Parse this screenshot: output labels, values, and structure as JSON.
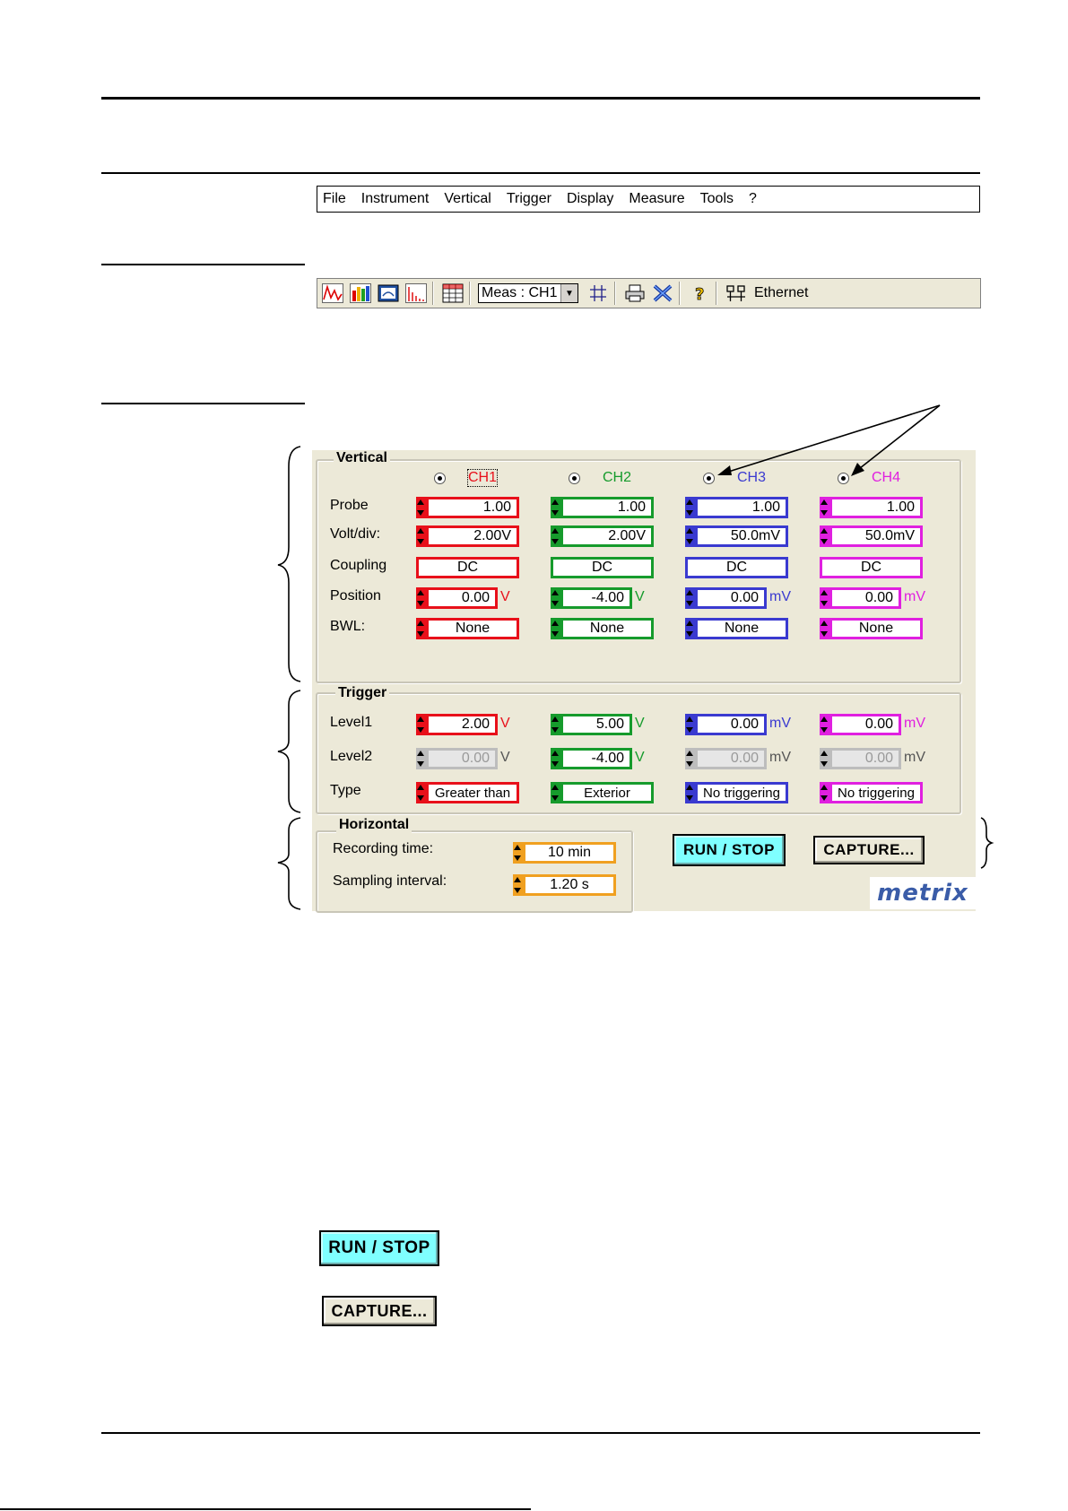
{
  "menu": [
    "File",
    "Instrument",
    "Vertical",
    "Trigger",
    "Display",
    "Measure",
    "Tools",
    "?"
  ],
  "toolbar": {
    "icons": [
      "waveform-icon",
      "color-chart-icon",
      "screen-icon",
      "histogram-icon",
      "grid-table-icon"
    ],
    "meas_select": "Meas : CH1",
    "icons2": [
      "graticule-icon",
      "print-icon",
      "tools-icon",
      "help-icon",
      "network-icon"
    ],
    "connection": "Ethernet"
  },
  "vertical": {
    "title": "Vertical",
    "row_labels": [
      "Probe",
      "Volt/div:",
      "Coupling",
      "Position",
      "BWL:"
    ],
    "channels": [
      {
        "name": "CH1",
        "color": "#e8101a",
        "probe": "1.00",
        "volt_div": "2.00V",
        "coupling": "DC",
        "position": "0.00",
        "position_unit": "V",
        "bwl": "None"
      },
      {
        "name": "CH2",
        "color": "#169b2c",
        "probe": "1.00",
        "volt_div": "2.00V",
        "coupling": "DC",
        "position": "-4.00",
        "position_unit": "V",
        "bwl": "None"
      },
      {
        "name": "CH3",
        "color": "#3a3ad0",
        "probe": "1.00",
        "volt_div": "50.0mV",
        "coupling": "DC",
        "position": "0.00",
        "position_unit": "mV",
        "bwl": "None"
      },
      {
        "name": "CH4",
        "color": "#e020e0",
        "probe": "1.00",
        "volt_div": "50.0mV",
        "coupling": "DC",
        "position": "0.00",
        "position_unit": "mV",
        "bwl": "None"
      }
    ]
  },
  "trigger": {
    "title": "Trigger",
    "row_labels": [
      "Level1",
      "Level2",
      "Type"
    ],
    "channels": [
      {
        "level1": "2.00",
        "level1_unit": "V",
        "level2": "0.00",
        "level2_unit": "V",
        "level2_enabled": false,
        "type": "Greater than"
      },
      {
        "level1": "5.00",
        "level1_unit": "V",
        "level2": "-4.00",
        "level2_unit": "V",
        "level2_enabled": true,
        "type": "Exterior"
      },
      {
        "level1": "0.00",
        "level1_unit": "mV",
        "level2": "0.00",
        "level2_unit": "mV",
        "level2_enabled": false,
        "type": "No triggering"
      },
      {
        "level1": "0.00",
        "level1_unit": "mV",
        "level2": "0.00",
        "level2_unit": "mV",
        "level2_enabled": false,
        "type": "No triggering"
      }
    ]
  },
  "horizontal": {
    "title": "Horizontal",
    "recording_label": "Recording time:",
    "recording_value": "10 min",
    "sampling_label": "Sampling interval:",
    "sampling_value": "1.20 s",
    "color": "#f0a020"
  },
  "buttons": {
    "run_stop": "RUN / STOP",
    "capture": "CAPTURE..."
  },
  "logo": "metrix"
}
